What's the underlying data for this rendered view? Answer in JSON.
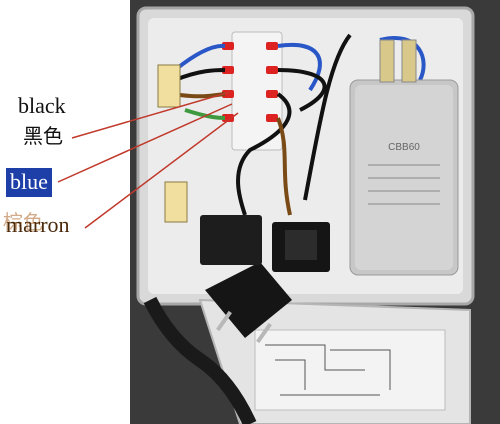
{
  "labels": {
    "black": "black",
    "black_cn": "黑色",
    "blue": "blue",
    "marron": "marron",
    "marron_cn": "棕色"
  },
  "colors": {
    "blue_label_bg": "#1e3fa8",
    "pointer_line": "#c0392b",
    "enclosure": "#e9e9e9",
    "capacitor": "#c7c7c7"
  },
  "capacitor_text": "CBB60"
}
